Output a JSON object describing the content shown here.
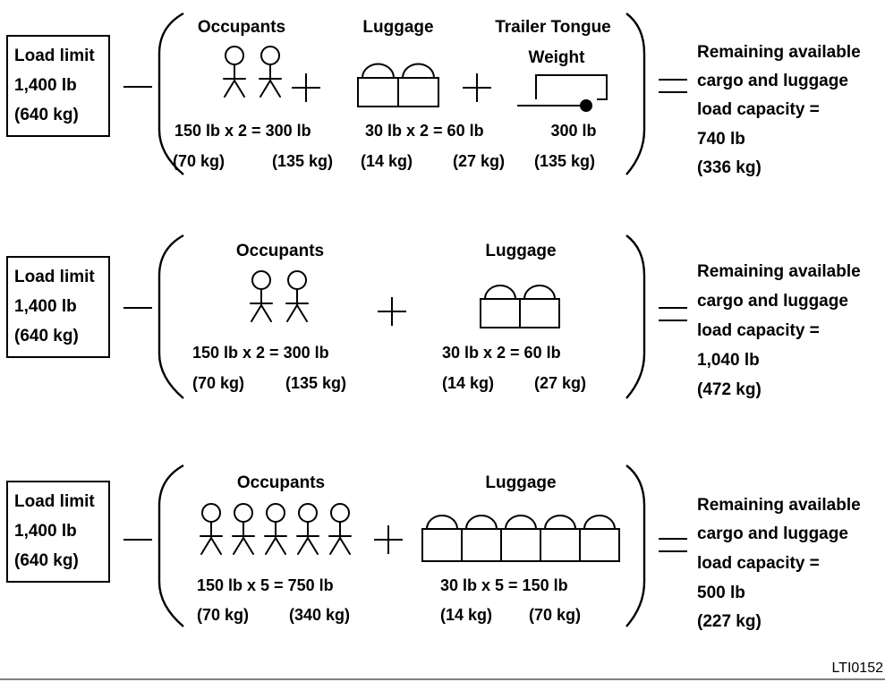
{
  "footer_code": "LTI0152",
  "examples": [
    {
      "load_limit": [
        "Load limit",
        "1,400 lb",
        "(640 kg)"
      ],
      "occupants": {
        "label": "Occupants",
        "count": 2,
        "calc": "150 lb x 2 = 300 lb",
        "metric_each": "(70 kg)",
        "metric_total": "(135 kg)"
      },
      "luggage": {
        "label": "Luggage",
        "count": 2,
        "calc": "30 lb x 2 = 60 lb",
        "metric_each": "(14 kg)",
        "metric_total": "(27 kg)"
      },
      "trailer": {
        "label_line1": "Trailer Tongue",
        "label_line2": "Weight",
        "value": "300 lb",
        "metric": "(135 kg)"
      },
      "result": [
        "Remaining available",
        "cargo and luggage",
        "load capacity =",
        "740 lb",
        "(336 kg)"
      ]
    },
    {
      "load_limit": [
        "Load limit",
        "1,400 lb",
        "(640 kg)"
      ],
      "occupants": {
        "label": "Occupants",
        "count": 2,
        "calc": "150 lb x 2 = 300 lb",
        "metric_each": "(70 kg)",
        "metric_total": "(135 kg)"
      },
      "luggage": {
        "label": "Luggage",
        "count": 2,
        "calc": "30 lb x 2 = 60 lb",
        "metric_each": "(14 kg)",
        "metric_total": "(27 kg)"
      },
      "result": [
        "Remaining available",
        "cargo and luggage",
        "load capacity =",
        "1,040 lb",
        "(472 kg)"
      ]
    },
    {
      "load_limit": [
        "Load limit",
        "1,400 lb",
        "(640 kg)"
      ],
      "occupants": {
        "label": "Occupants",
        "count": 5,
        "calc": "150 lb x 5 = 750 lb",
        "metric_each": "(70 kg)",
        "metric_total": "(340 kg)"
      },
      "luggage": {
        "label": "Luggage",
        "count": 5,
        "calc": "30 lb x 5 = 150 lb",
        "metric_each": "(14 kg)",
        "metric_total": "(70 kg)"
      },
      "result": [
        "Remaining available",
        "cargo and luggage",
        "load capacity =",
        "500 lb",
        "(227 kg)"
      ]
    }
  ]
}
